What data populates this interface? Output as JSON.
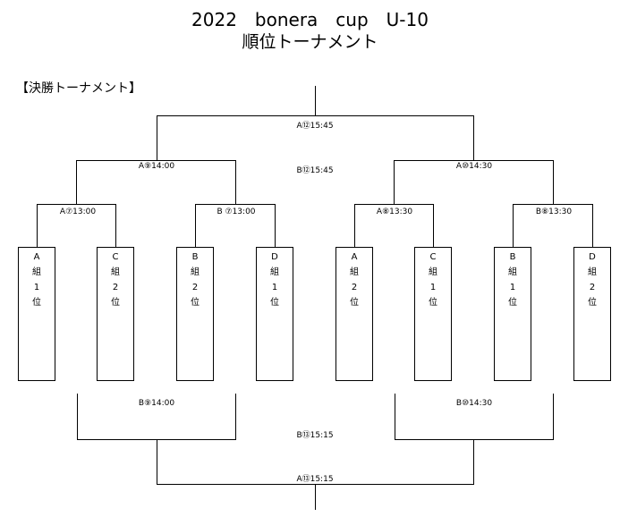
{
  "title": "2022　bonera　cup　U-10",
  "subtitle": "順位トーナメント",
  "section_label": "【決勝トーナメント】",
  "matches": {
    "final_top": "A⑫15:45",
    "third_top": "B⑫15:45",
    "semi_left": "A⑨14:00",
    "semi_right": "A⑩14:30",
    "qf1": "A⑦13:00",
    "qf2": "B ⑦13:00",
    "qf3": "A⑧13:30",
    "qf4": "B⑧13:30",
    "lower_left": "B⑨14:00",
    "lower_right": "B⑩14:30",
    "third_bottom": "B⑬15:15",
    "final_bottom": "A⑬15:15"
  },
  "teams": [
    [
      "A",
      "組",
      "1",
      "位"
    ],
    [
      "C",
      "組",
      "2",
      "位"
    ],
    [
      "B",
      "組",
      "2",
      "位"
    ],
    [
      "D",
      "組",
      "1",
      "位"
    ],
    [
      "A",
      "組",
      "2",
      "位"
    ],
    [
      "C",
      "組",
      "1",
      "位"
    ],
    [
      "B",
      "組",
      "1",
      "位"
    ],
    [
      "D",
      "組",
      "2",
      "位"
    ]
  ]
}
